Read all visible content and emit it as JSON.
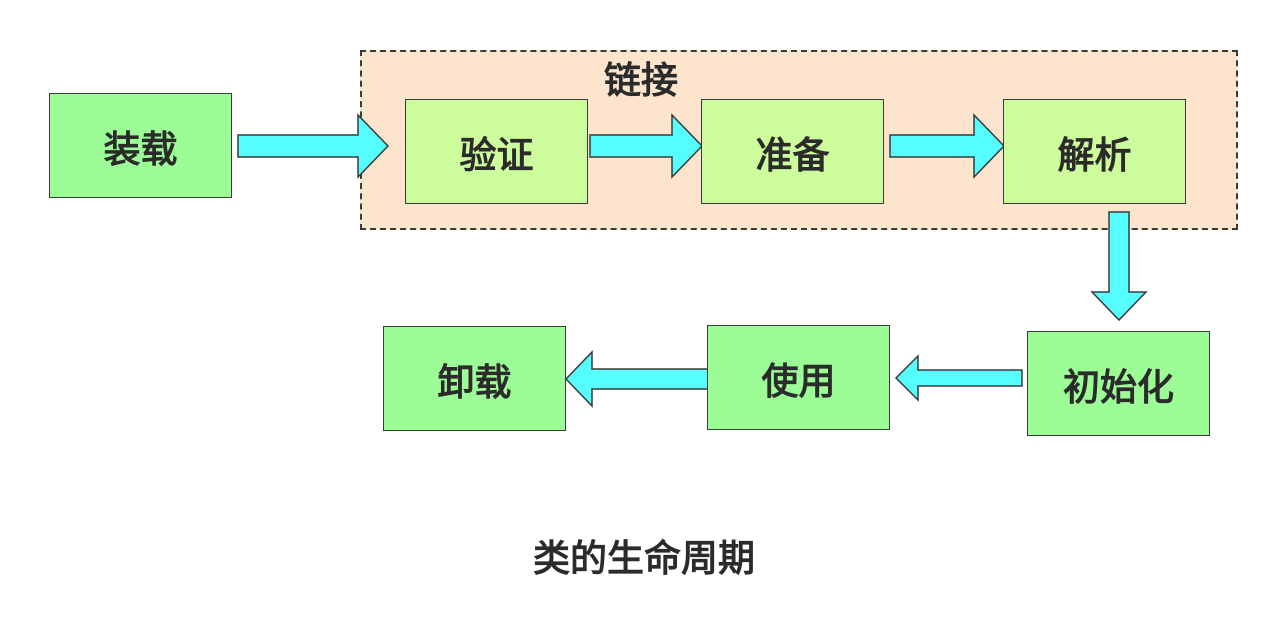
{
  "diagram": {
    "nodes": {
      "load": "装载",
      "verify": "验证",
      "prepare": "准备",
      "resolve": "解析",
      "initialize": "初始化",
      "use": "使用",
      "unload": "卸载"
    },
    "group_label": "链接",
    "caption": "类的生命周期",
    "colors": {
      "node_green": "#9cfd97",
      "node_light_green": "#ccfc9c",
      "group_fill": "#fde5cd",
      "arrow_fill": "#55fdfe",
      "outline": "#3a3a3a",
      "text": "#2b2b2b"
    }
  }
}
